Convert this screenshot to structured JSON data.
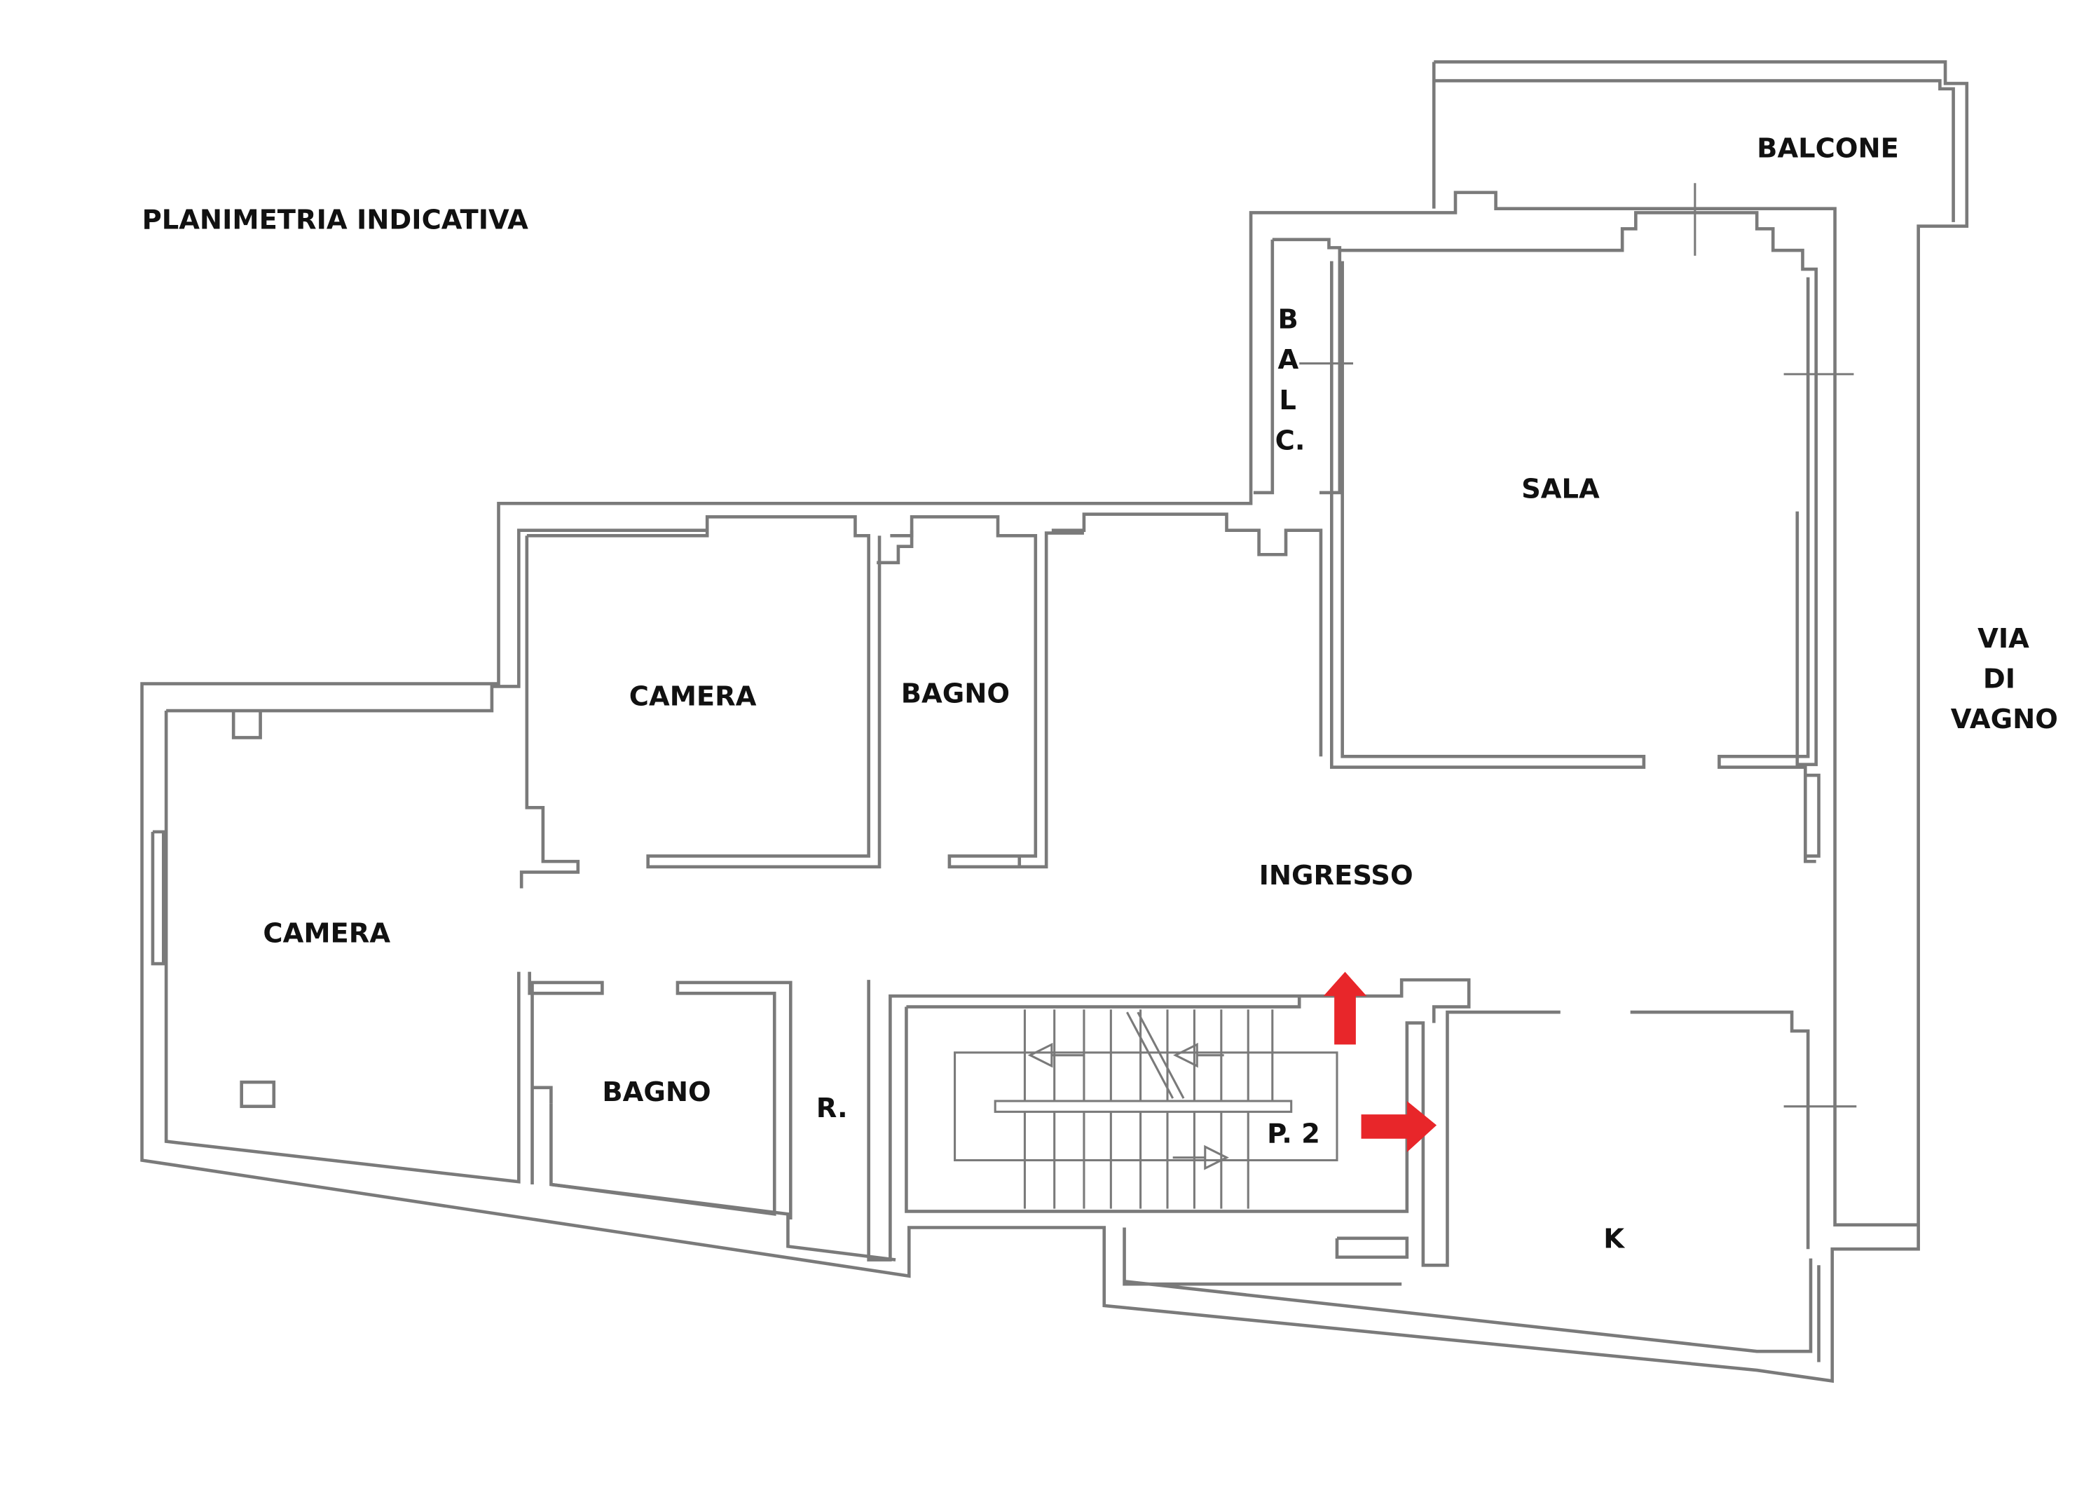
{
  "title": "PLANIMETRIA INDICATIVA",
  "rooms": {
    "balcone": "BALCONE",
    "balc": [
      "B",
      "A",
      "L",
      "C."
    ],
    "sala": "SALA",
    "camera_top": "CAMERA",
    "bagno_top": "BAGNO",
    "camera_left": "CAMERA",
    "ingresso": "INGRESSO",
    "bagno_bottom": "BAGNO",
    "ripostiglio": "R.",
    "landing": "P. 2",
    "kitchen": "K"
  },
  "street": [
    "VIA",
    "DI",
    "VAGNO"
  ],
  "colors": {
    "walls": "#7a7a7a",
    "labels": "#111111",
    "entry_arrows": "#e8262a",
    "background": "#ffffff"
  },
  "icons": [
    "entry-arrow-up-icon",
    "entry-arrow-right-icon",
    "stair-direction-arrow-icon"
  ]
}
